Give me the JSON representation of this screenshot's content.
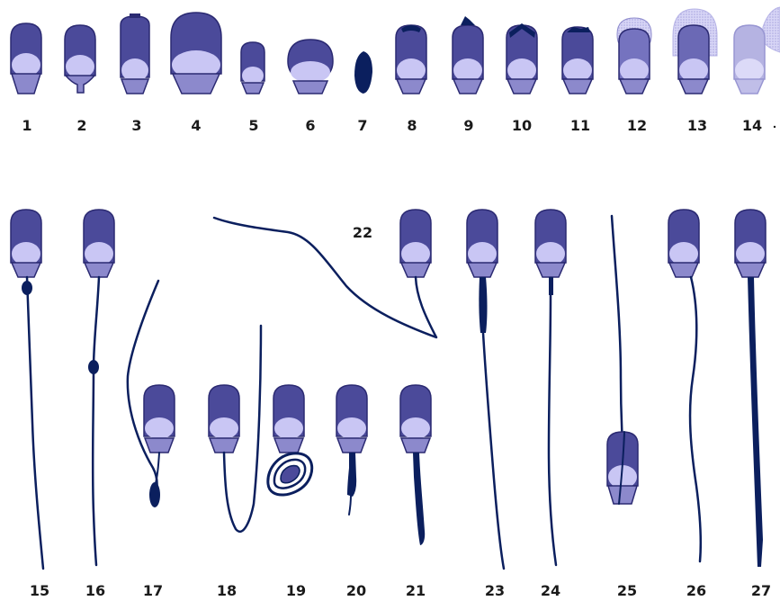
{
  "colors": {
    "head_dark": "#4b4a9a",
    "head_light": "#c9c6f4",
    "midpiece": "#8c89cc",
    "outline": "#2b2a72",
    "tail": "#0b1f5e",
    "halo": "#b6b3e6",
    "label": "#1a1a1a"
  },
  "labels": {
    "s1": "1",
    "s2": "2",
    "s3": "3",
    "s4": "4",
    "s5": "5",
    "s6": "6",
    "s7": "7",
    "s8": "8",
    "s9": "9",
    "s10": "10",
    "s11": "11",
    "s12": "12",
    "s13": "13",
    "s14": "14",
    "s15": "15",
    "s16": "16",
    "s17": "17",
    "s18": "18",
    "s19": "19",
    "s20": "20",
    "s21": "21",
    "s22": "22",
    "s23": "23",
    "s24": "24",
    "s25": "25",
    "s26": "26",
    "s27": "27"
  }
}
